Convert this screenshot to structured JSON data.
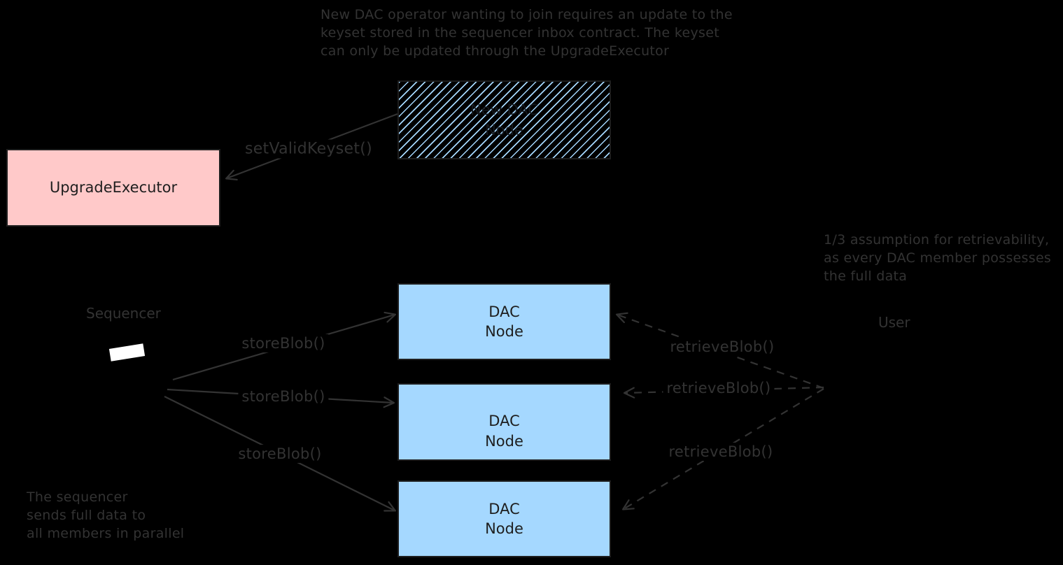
{
  "canvas": {
    "background": "#000000",
    "stroke_color": "#333333",
    "shape_border_color": "#1e1e1e",
    "pink_fill": "#ffc9c9",
    "blue_fill": "#a5d8ff"
  },
  "notes": {
    "top": "New DAC operator wanting to join requires an update to the\nkeyset stored in the sequencer inbox contract. The keyset\ncan only be updated through the UpgradeExecutor",
    "right": "1/3 assumption for retrievability,\nas every DAC member possesses\nthe full data",
    "bottom_left": "The sequencer\nsends full data to\nall members in parallel"
  },
  "nodes": {
    "new_dac_node": {
      "label": "New DAC\nNode",
      "fill_style": "hachure-light-blue"
    },
    "upgrade_executor": {
      "label": "UpgradeExecutor",
      "fill": "#ffc9c9"
    },
    "dac_node_1": {
      "label": "DAC\nNode",
      "fill": "#a5d8ff"
    },
    "dac_node_2": {
      "label": "DAC\nNode",
      "fill": "#a5d8ff"
    },
    "dac_node_3": {
      "label": "DAC\nNode",
      "fill": "#a5d8ff"
    }
  },
  "actors": {
    "sequencer": "Sequencer",
    "user": "User"
  },
  "edges": {
    "set_valid_keyset": {
      "label": "setValidKeyset()",
      "style": "solid"
    },
    "store_blob_1": {
      "label": "storeBlob()",
      "style": "solid"
    },
    "store_blob_2": {
      "label": "storeBlob()",
      "style": "solid"
    },
    "store_blob_3": {
      "label": "storeBlob()",
      "style": "solid"
    },
    "retrieve_blob_1": {
      "label": "retrieveBlob()",
      "style": "dashed"
    },
    "retrieve_blob_2": {
      "label": "retrieveBlob()",
      "style": "dashed"
    },
    "retrieve_blob_3": {
      "label": "retrieveBlob()",
      "style": "dashed"
    }
  }
}
